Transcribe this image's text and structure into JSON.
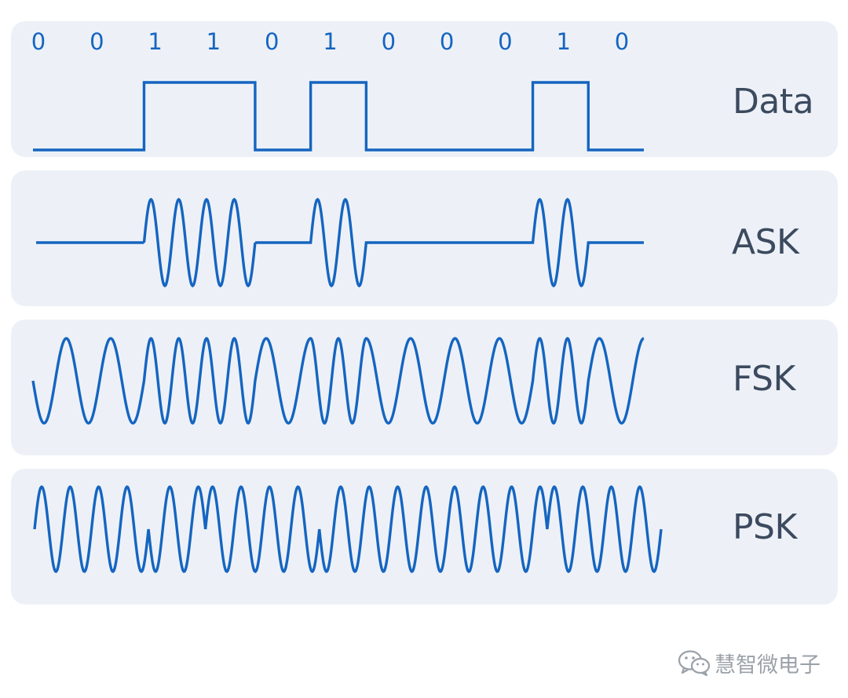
{
  "bits": [
    "0",
    "0",
    "1",
    "1",
    "0",
    "1",
    "0",
    "0",
    "0",
    "1",
    "0"
  ],
  "labels": {
    "data": "Data",
    "ask": "ASK",
    "fsk": "FSK",
    "psk": "PSK"
  },
  "watermark": {
    "icon": "wechat-icon",
    "text": "慧智微电子"
  },
  "colors": {
    "wave": "#1565c0",
    "panel": "#edf1f7",
    "label": "#3c4a5f"
  }
}
